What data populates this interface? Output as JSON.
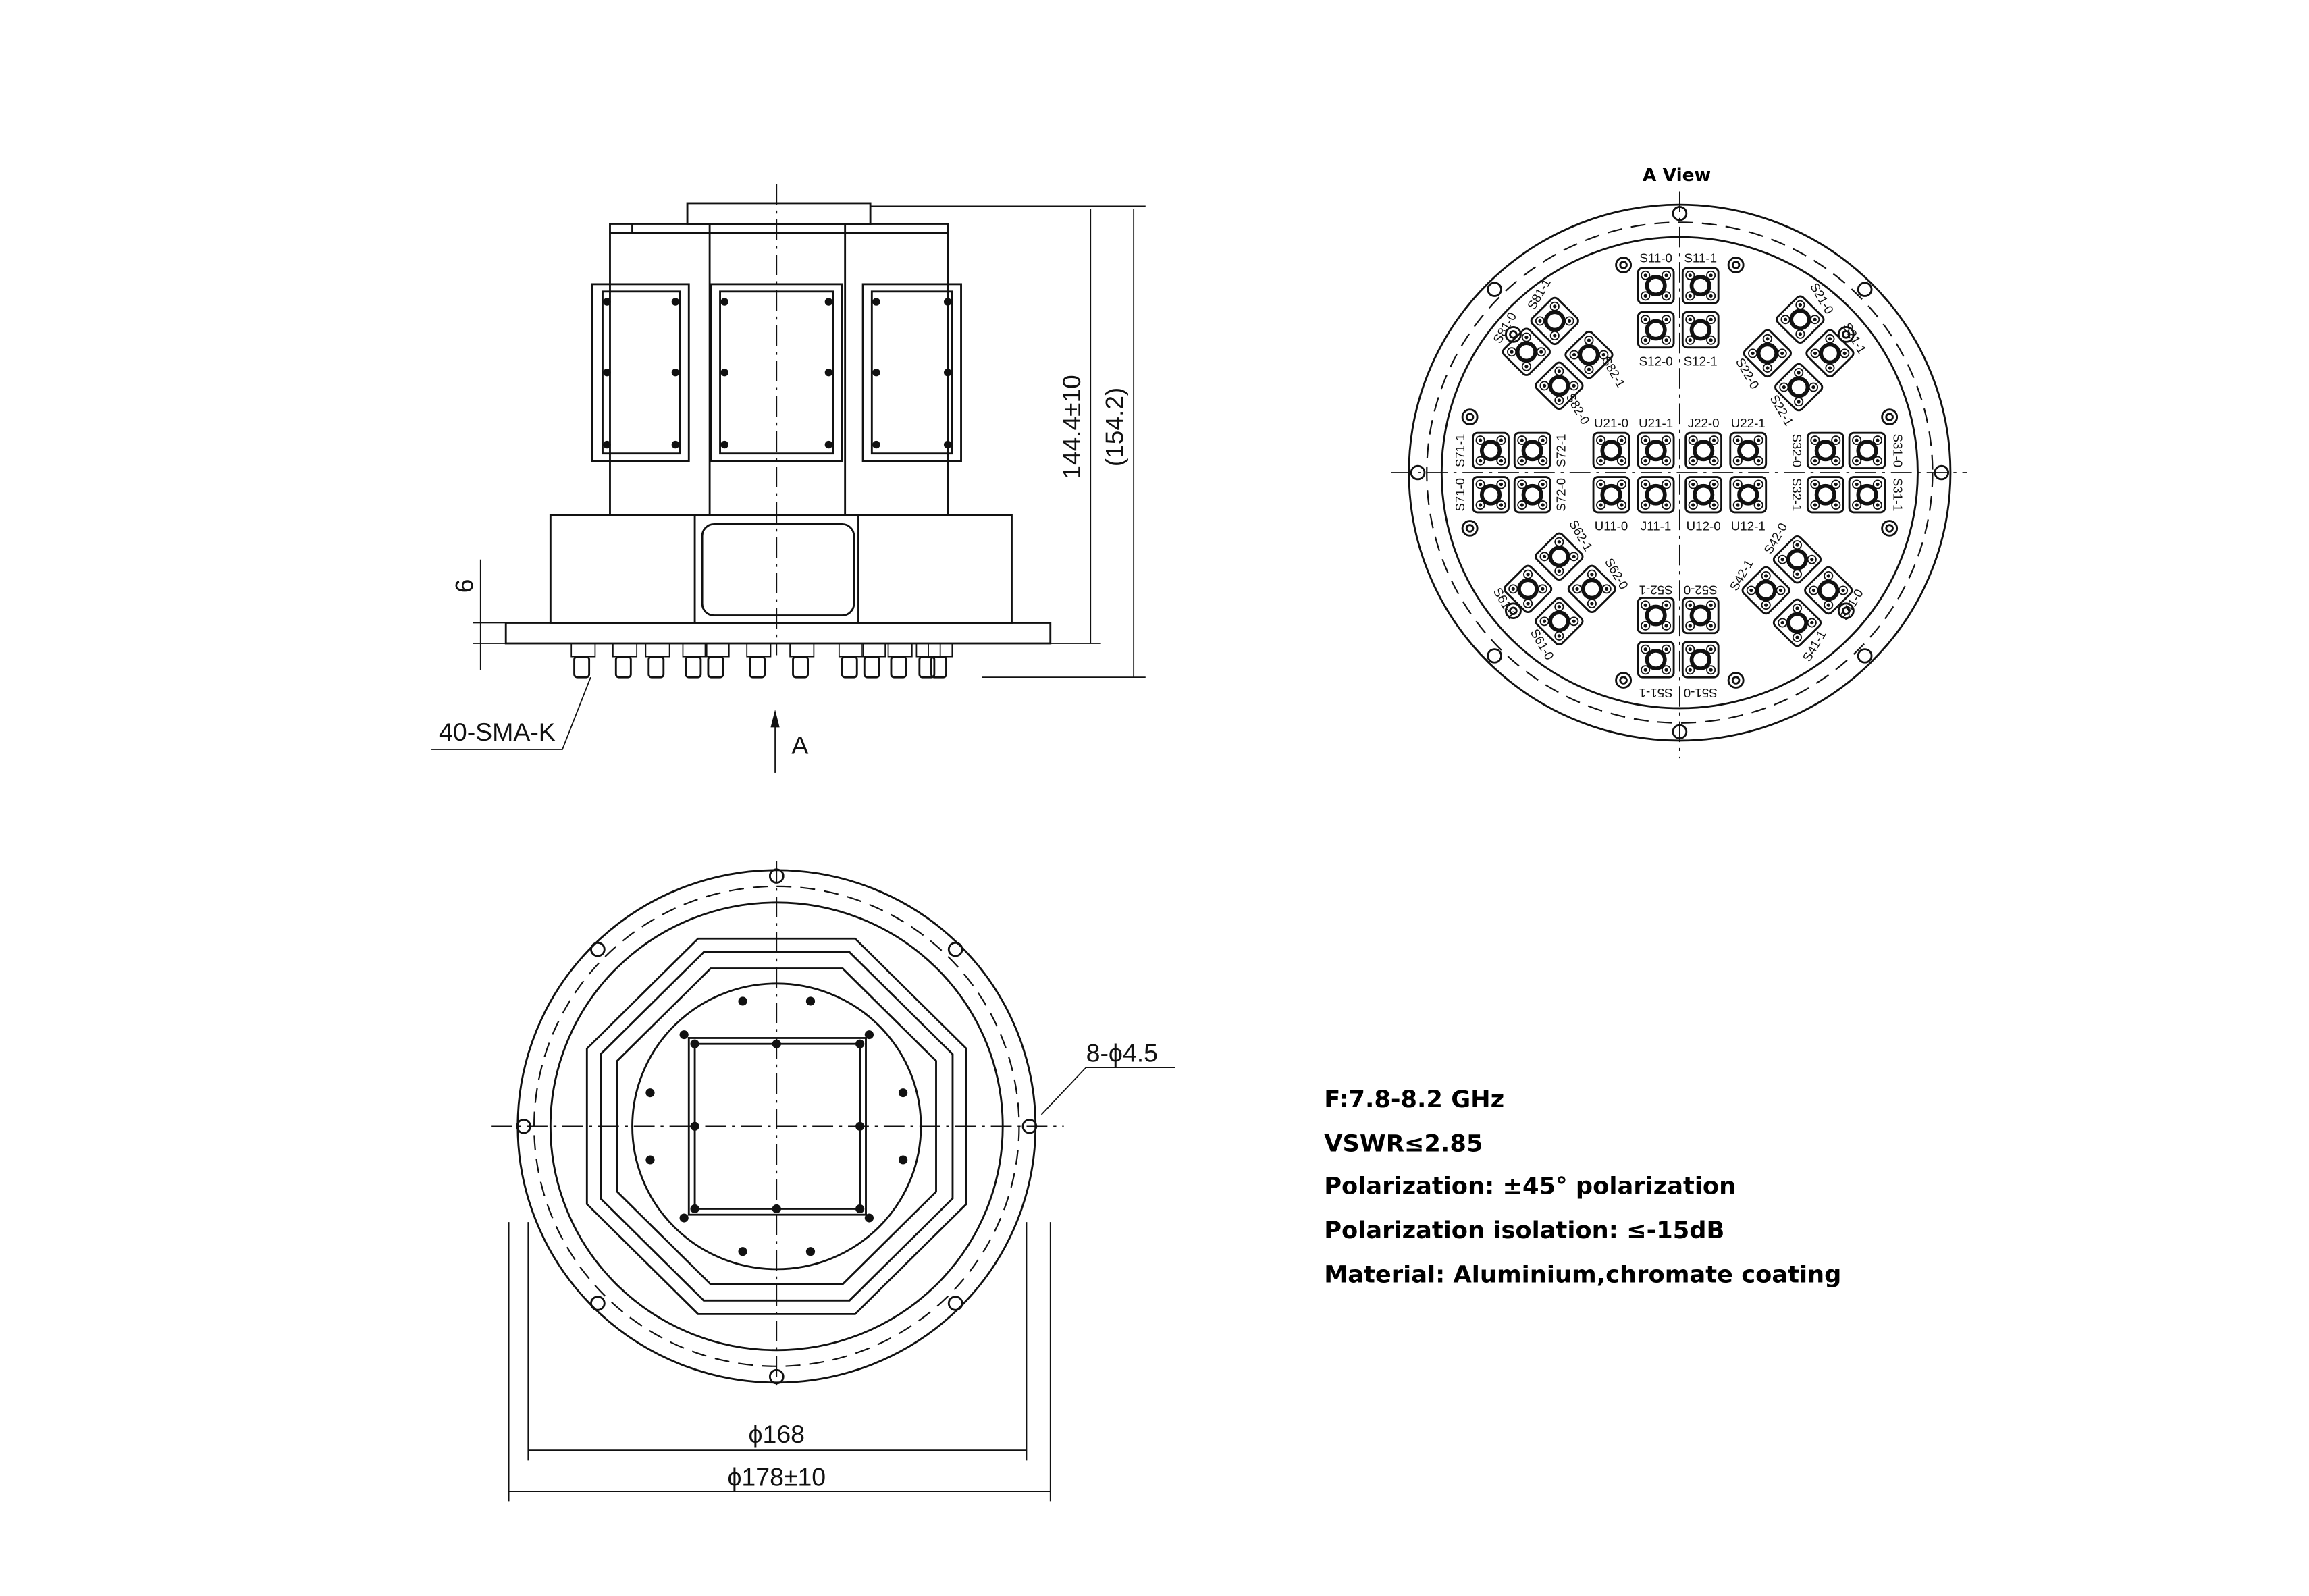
{
  "a_view": {
    "title": "A View",
    "connectors": [
      "S11-0",
      "S11-1",
      "S12-0",
      "S12-1",
      "S71-1",
      "S72-1",
      "S71-0",
      "S72-0",
      "U21-0",
      "U21-1",
      "J22-0",
      "U22-1",
      "U11-0",
      "J11-1",
      "U12-0",
      "U12-1",
      "S32-0",
      "S31-0",
      "S32-1",
      "S31-1",
      "S52-1",
      "S52-0",
      "S51-1",
      "S51-0",
      "S81-1",
      "S81-0",
      "S82-1",
      "S82-0",
      "S21-0",
      "S22-0",
      "S21-1",
      "S22-1",
      "S62-1",
      "S61-1",
      "S62-0",
      "S61-0",
      "S42-0",
      "S42-1",
      "S41-0",
      "S41-1"
    ]
  },
  "side_view": {
    "height_dim": "144.4±10",
    "overall_dim": "(154.2)",
    "flange_dim": "6",
    "connector_callout": "40-SMA-K",
    "view_arrow": "A"
  },
  "bottom_view": {
    "hole_callout": "8-ϕ4.5",
    "inner_diameter": "ϕ168",
    "outer_diameter": "ϕ178±10"
  },
  "specs": [
    "F:7.8-8.2 GHz",
    "VSWR≤2.85",
    "Polarization: ±45° polarization",
    "Polarization isolation: ≤-15dB",
    "Material: Aluminium,chromate coating"
  ]
}
